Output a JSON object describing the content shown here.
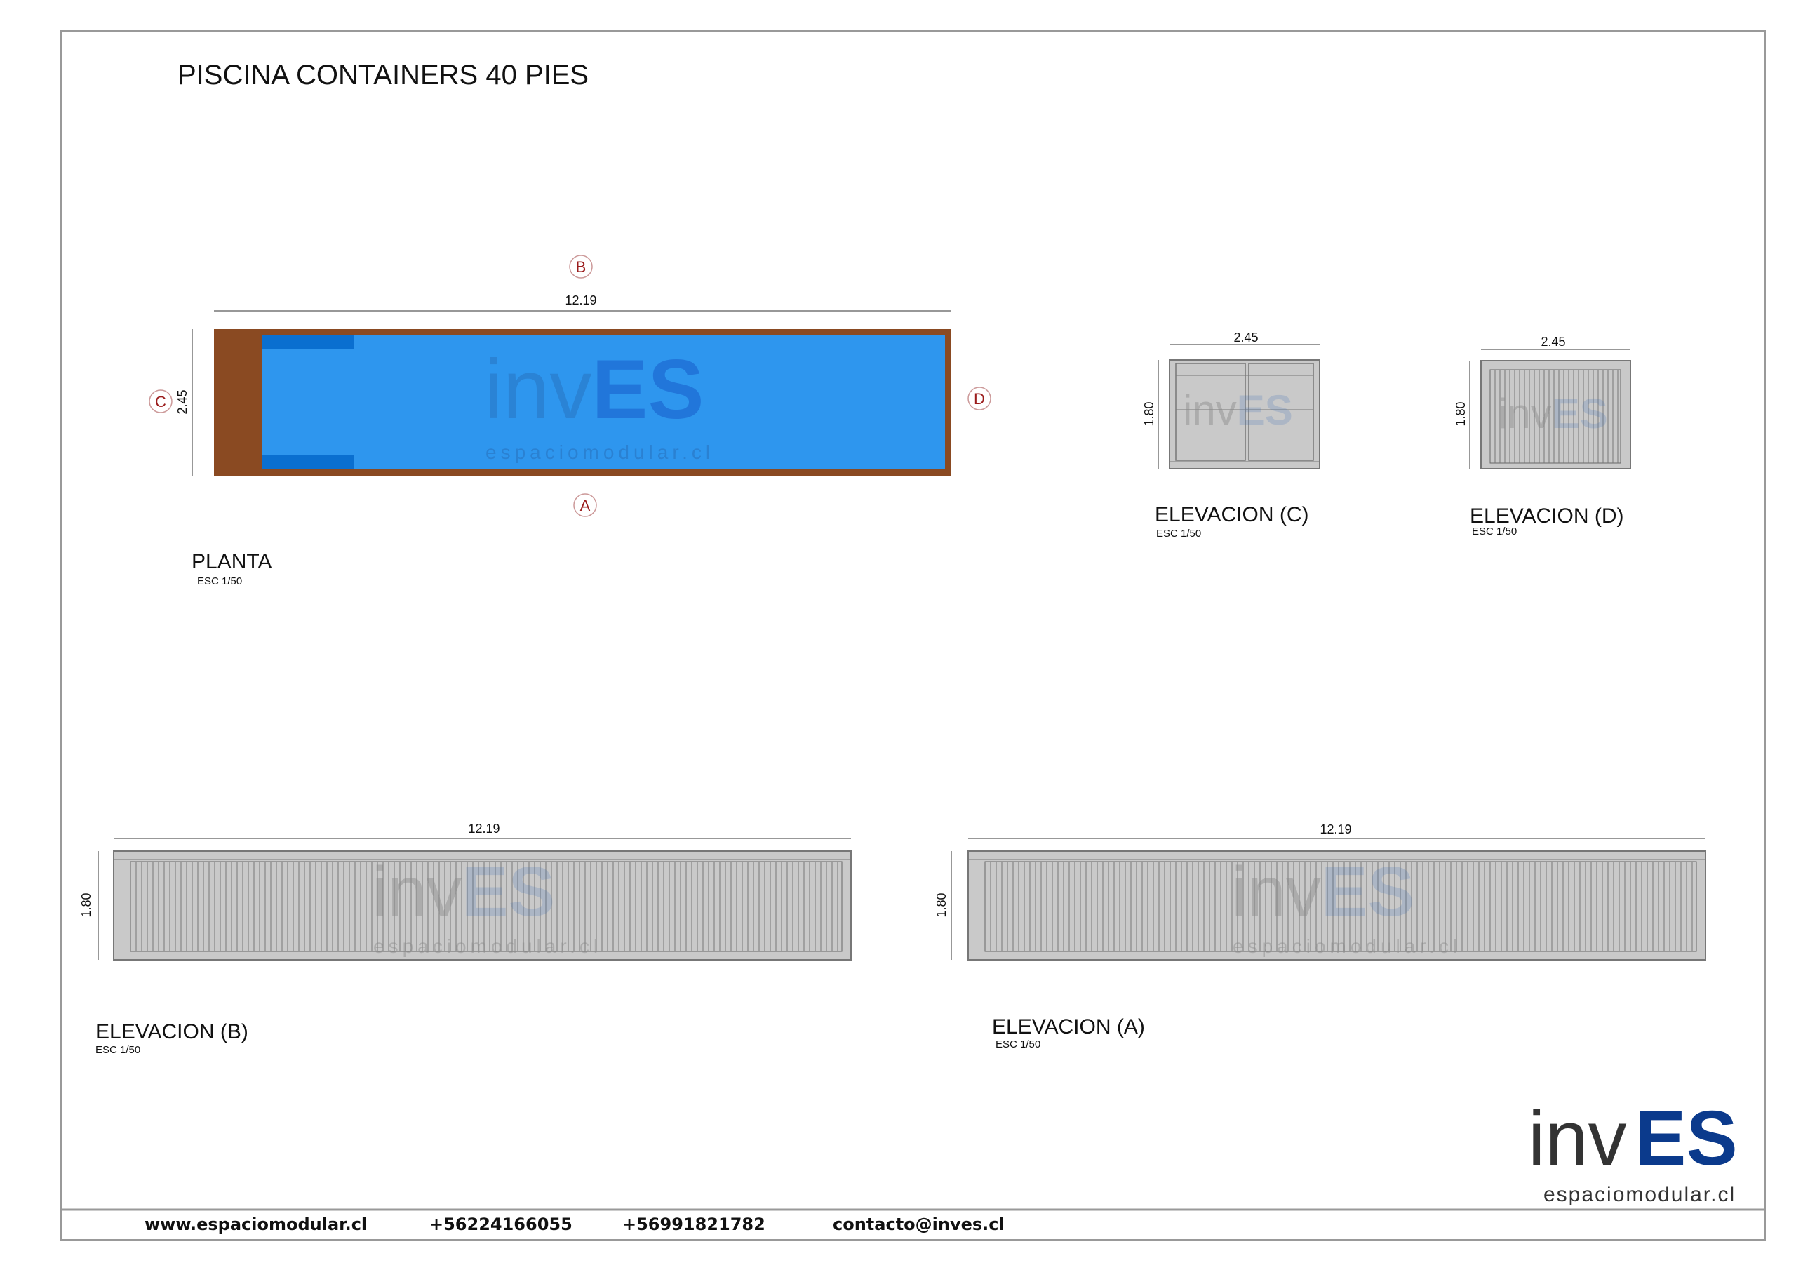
{
  "title": "PISCINA CONTAINERS 40 PIES",
  "markers": {
    "a": "A",
    "b": "B",
    "c": "C",
    "d": "D"
  },
  "plan": {
    "label": "PLANTA",
    "scale": "ESC 1/50",
    "length": "12.19",
    "width": "2.45"
  },
  "elevations": {
    "c": {
      "label": "ELEVACION (C)",
      "scale": "ESC 1/50",
      "width": "2.45",
      "height": "1.80"
    },
    "d": {
      "label": "ELEVACION (D)",
      "scale": "ESC 1/50",
      "width": "2.45",
      "height": "1.80"
    },
    "b": {
      "label": "ELEVACION (B)",
      "scale": "ESC 1/50",
      "length": "12.19",
      "height": "1.80"
    },
    "a": {
      "label": "ELEVACION (A)",
      "scale": "ESC 1/50",
      "length": "12.19",
      "height": "1.80"
    }
  },
  "logo": {
    "left": "inv",
    "right": "ES",
    "tagline": "espaciomodular.cl"
  },
  "footer": {
    "website": "www.espaciomodular.cl",
    "phone1": "+56224166055",
    "phone2": "+56991821782",
    "email": "contacto@inves.cl"
  },
  "colors": {
    "pool": "#2e96ee",
    "steps": "#0a6fd0",
    "deck": "#8a4a22",
    "container": "#c9c9c9",
    "marker": "#9b1c1c",
    "brand": "#0b3a8c"
  }
}
